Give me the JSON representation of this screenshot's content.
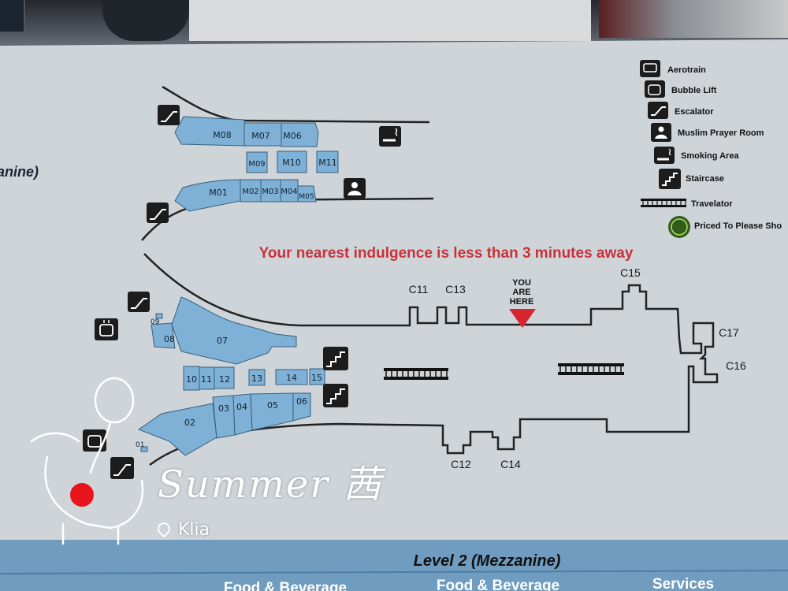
{
  "legend": {
    "items": [
      {
        "label": "Aerotrain",
        "icon": "aerotrain-icon"
      },
      {
        "label": "Bubble Lift",
        "icon": "lift-icon"
      },
      {
        "label": "Escalator",
        "icon": "escalator-icon"
      },
      {
        "label": "Muslim Prayer Room",
        "icon": "prayer-room-icon"
      },
      {
        "label": "Smoking Area",
        "icon": "smoking-icon"
      },
      {
        "label": "Staircase",
        "icon": "staircase-icon"
      },
      {
        "label": "Travelator",
        "icon": "travelator-icon"
      },
      {
        "label": "Priced To Please Sho",
        "icon": "priced-to-please-icon"
      }
    ]
  },
  "left_edge_label": "anine)",
  "headline": "Your nearest indulgence is less than 3 minutes away",
  "headline_color": "#c8323a",
  "you_are_here": {
    "line1": "YOU",
    "line2": "ARE",
    "line3": "HERE"
  },
  "you_are_here_color": "#d8262e",
  "units_upper": [
    "M08",
    "M07",
    "M06",
    "M09",
    "M10",
    "M11",
    "M01",
    "M02",
    "M03",
    "M04",
    "M05"
  ],
  "units_lower": [
    "09",
    "08",
    "07",
    "10",
    "11",
    "12",
    "13",
    "14",
    "15",
    "02",
    "03",
    "04",
    "05",
    "06",
    "01"
  ],
  "gates": [
    "C11",
    "C13",
    "C15",
    "C17",
    "C16",
    "C12",
    "C14"
  ],
  "level_title": "Level 2 (Mezzanine)",
  "footer_headings": [
    "Food & Beverage",
    "Food & Beverage",
    "Services"
  ],
  "unit_color": "#7fb0d6",
  "board_color": "#cfd4d9",
  "overlay": {
    "name": "Summer 茜",
    "place": "Klia"
  }
}
